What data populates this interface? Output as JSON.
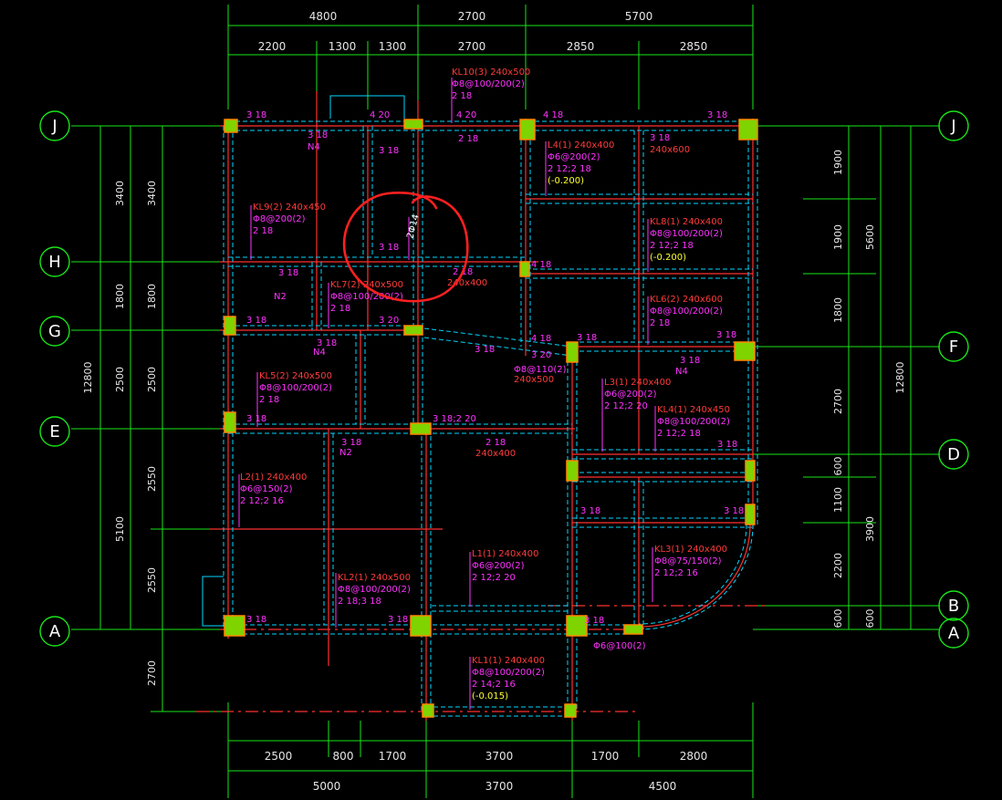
{
  "colors": {
    "background": "#000000",
    "grid_line": "#19e619",
    "beam_edge": "#00d8ff",
    "beam_core": "#ff3030",
    "column_fill": "#7fd400",
    "column_corner": "#ff8800",
    "label_red": "#ff3b3b",
    "label_magenta": "#ff33ff",
    "label_yellow": "#ffff33",
    "annotation_circle": "#ff2020"
  },
  "axes": {
    "left": [
      "J",
      "H",
      "G",
      "E",
      "A"
    ],
    "right": [
      "J",
      "F",
      "D",
      "B",
      "A"
    ]
  },
  "dims": {
    "top_outer": [
      "4800",
      "2700",
      "5700"
    ],
    "top_inner": [
      "2200",
      "1300",
      "1300",
      "2700",
      "2850",
      "2850"
    ],
    "bottom_inner": [
      "2500",
      "800",
      "1700",
      "3700",
      "1700",
      "2800"
    ],
    "bottom_outer": [
      "5000",
      "3700",
      "4500"
    ],
    "left_outer": [
      "12800"
    ],
    "left_mid": [
      "3400",
      "1800",
      "2500",
      "5100"
    ],
    "left_inner": [
      "3400",
      "1800",
      "2500",
      "2550",
      "2550",
      "2700"
    ],
    "right_inner": [
      "1900",
      "1900",
      "1800",
      "2700",
      "600",
      "1100",
      "2200",
      "600"
    ],
    "right_mid": [
      "5600",
      "3900",
      "600"
    ],
    "right_outer": [
      "12800"
    ]
  },
  "beam_labels": [
    {
      "id": "kl10",
      "lines": [
        "KL10(3) 240x500",
        "Φ8@100/200(2)",
        "2 18"
      ]
    },
    {
      "id": "kl9",
      "lines": [
        "KL9(2) 240x450",
        "Φ8@200(2)",
        "2 18"
      ]
    },
    {
      "id": "kl7",
      "lines": [
        "KL7(2) 240x500",
        "Φ8@100/200(2)",
        "2 18"
      ]
    },
    {
      "id": "kl5",
      "lines": [
        "KL5(2) 240x500",
        "Φ8@100/200(2)",
        "2 18"
      ]
    },
    {
      "id": "l2",
      "lines": [
        "L2(1) 240x400",
        "Φ6@150(2)",
        "2 12;2 16"
      ]
    },
    {
      "id": "kl2",
      "lines": [
        "KL2(1) 240x500",
        "Φ8@100/200(2)",
        "2 18;3 18"
      ]
    },
    {
      "id": "l1",
      "lines": [
        "L1(1) 240x400",
        "Φ6@200(2)",
        "2 12;2 20"
      ]
    },
    {
      "id": "kl1",
      "lines": [
        "KL1(1) 240x400",
        "Φ8@100/200(2)",
        "2 14;2 16",
        "(-0.015)"
      ]
    },
    {
      "id": "l4",
      "lines": [
        "L4(1) 240x400",
        "Φ6@200(2)",
        "2 12;2 18",
        "(-0.200)"
      ]
    },
    {
      "id": "kl8",
      "lines": [
        "KL8(1) 240x400",
        "Φ8@100/200(2)",
        "2 12;2 18",
        "(-0.200)"
      ]
    },
    {
      "id": "kl6",
      "lines": [
        "KL6(2) 240x600",
        "Φ8@100/200(2)",
        "2 18"
      ]
    },
    {
      "id": "l3",
      "lines": [
        "L3(1) 240x400",
        "Φ6@200(2)",
        "2 12;2 20"
      ]
    },
    {
      "id": "kl4",
      "lines": [
        "KL4(1) 240x450",
        "Φ8@100/200(2)",
        "2 12;2 18"
      ]
    },
    {
      "id": "kl3",
      "lines": [
        "KL3(1) 240x400",
        "Φ8@75/150(2)",
        "2 12;2 16"
      ]
    }
  ],
  "notes": {
    "size_240x600": "240x600",
    "size_240x400_a": "240x400",
    "size_240x400_b": "240x400",
    "size_240x500": "240x500",
    "stirrup_110": "Φ8@110(2)",
    "stirrup_100": "Φ6@100(2)",
    "bar_2_20": "3 18;2 20",
    "bar_2phi4": "2Φ14",
    "n4_a": "N4",
    "n4_b": "N4",
    "n4_c": "N4",
    "n2_a": "N2",
    "n2_b": "N2"
  },
  "bar_marks": [
    "3 18",
    "4 20",
    "4 20",
    "4 18",
    "3 18",
    "2 18",
    "3 18",
    "3 18",
    "3 18",
    "4 18",
    "3 18",
    "3 18",
    "3 20",
    "2 18",
    "3 18",
    "4 18",
    "3 18",
    "3 18",
    "3 18",
    "3 18",
    "3 18",
    "3 18",
    "3 20",
    "2 18",
    "3 18",
    "3 18",
    "3 18",
    "3 18",
    "3 18",
    "3 18",
    "3 18"
  ]
}
